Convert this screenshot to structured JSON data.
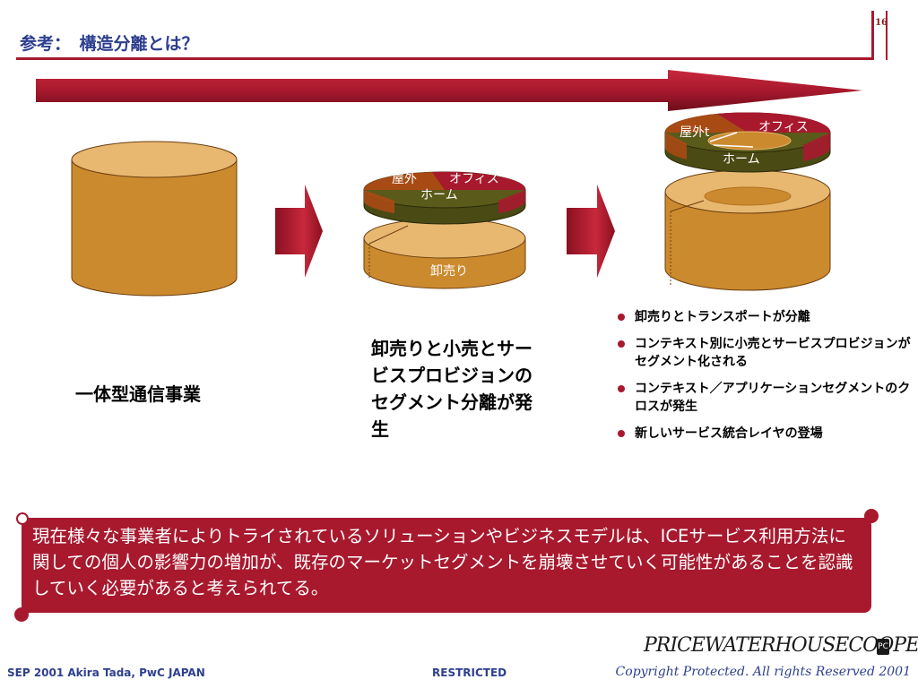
{
  "header": {
    "title": "参考：　構造分離とは？",
    "page_number": "16"
  },
  "diagram": {
    "stage1_label": "一体型通信事業",
    "stage2": {
      "label": "卸売りと小売とサービスプロビジョンのセグメント分離が発生",
      "segment_outdoor": "屋外",
      "segment_office": "オフィス",
      "segment_home": "ホーム",
      "base": "卸売り"
    },
    "stage3": {
      "segment_outdoor": "屋外t",
      "segment_office": "オフィス",
      "segment_home": "ホーム"
    },
    "colors": {
      "cylinder": "#cc8a2e",
      "cylinder_top": "#e8b870",
      "dark": "#4a4a14",
      "outdoor": "#a84a14",
      "office": "#a8192e",
      "arrow": "#a8192e"
    }
  },
  "bullets": [
    "卸売りとトランスポートが分離",
    "コンテキスト別に小売とサービスプロビジョンがセグメント化される",
    "コンテキスト／アプリケーションセグメントのクロスが発生",
    "新しいサービス統合レイヤの登場"
  ],
  "callout": {
    "text": "現在様々な事業者によりトライされているソリューションやビジネスモデルは、ICEサービス利用方法に関しての個人の影響力の増加が、既存のマーケットセグメントを崩壊させていく可能性があることを認識していく必要があると考えられてる。"
  },
  "footer": {
    "left": "SEP 2001  Akira Tada, PwC JAPAN",
    "center": "RESTRICTED",
    "copyright": "Copyright Protected. All rights Reserved 2001",
    "logo": "PRICEWATERHOUSECOOPERS"
  }
}
